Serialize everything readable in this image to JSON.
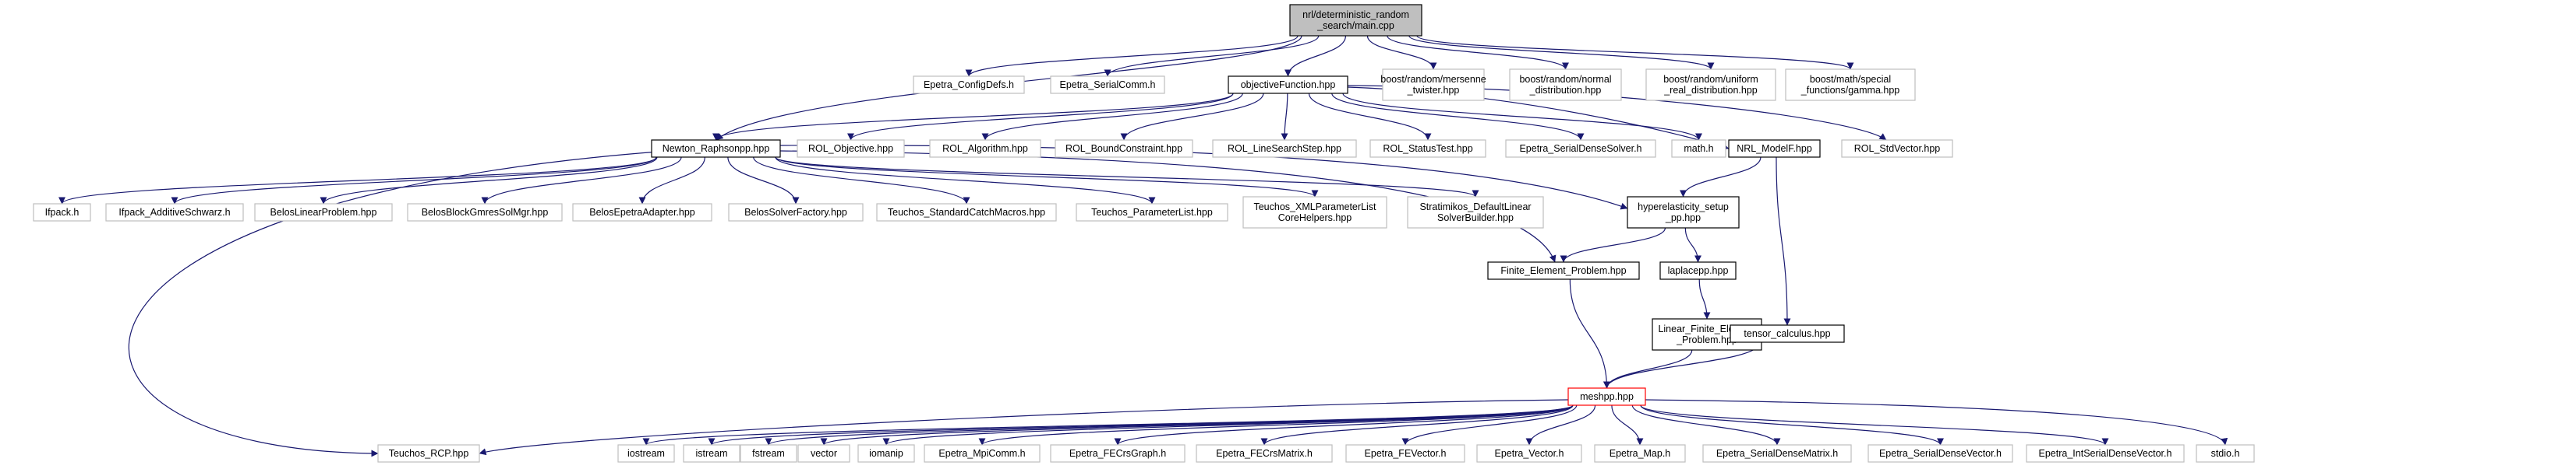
{
  "graph": {
    "nodes": [
      {
        "id": "main",
        "lines": [
          "nrl/deterministic_random",
          "_search/main.cpp"
        ],
        "style": "root"
      },
      {
        "id": "epetra_configdefs",
        "lines": [
          "Epetra_ConfigDefs.h"
        ],
        "style": "external"
      },
      {
        "id": "epetra_serialcomm",
        "lines": [
          "Epetra_SerialComm.h"
        ],
        "style": "external"
      },
      {
        "id": "objectivefunction",
        "lines": [
          "objectiveFunction.hpp"
        ],
        "style": "project"
      },
      {
        "id": "mersenne",
        "lines": [
          "boost/random/mersenne",
          "_twister.hpp"
        ],
        "style": "external"
      },
      {
        "id": "normal",
        "lines": [
          "boost/random/normal",
          "_distribution.hpp"
        ],
        "style": "external"
      },
      {
        "id": "uniform",
        "lines": [
          "boost/random/uniform",
          "_real_distribution.hpp"
        ],
        "style": "external"
      },
      {
        "id": "gamma",
        "lines": [
          "boost/math/special",
          "_functions/gamma.hpp"
        ],
        "style": "external"
      },
      {
        "id": "newton",
        "lines": [
          "Newton_Raphsonpp.hpp"
        ],
        "style": "project"
      },
      {
        "id": "rol_objective",
        "lines": [
          "ROL_Objective.hpp"
        ],
        "style": "external"
      },
      {
        "id": "rol_algorithm",
        "lines": [
          "ROL_Algorithm.hpp"
        ],
        "style": "external"
      },
      {
        "id": "rol_boundconstraint",
        "lines": [
          "ROL_BoundConstraint.hpp"
        ],
        "style": "external"
      },
      {
        "id": "rol_linesearchstep",
        "lines": [
          "ROL_LineSearchStep.hpp"
        ],
        "style": "external"
      },
      {
        "id": "rol_statustest",
        "lines": [
          "ROL_StatusTest.hpp"
        ],
        "style": "external"
      },
      {
        "id": "epetra_serialdensesolver",
        "lines": [
          "Epetra_SerialDenseSolver.h"
        ],
        "style": "external"
      },
      {
        "id": "math",
        "lines": [
          "math.h"
        ],
        "style": "external"
      },
      {
        "id": "nrl_modelf",
        "lines": [
          "NRL_ModelF.hpp"
        ],
        "style": "project"
      },
      {
        "id": "rol_stdvector",
        "lines": [
          "ROL_StdVector.hpp"
        ],
        "style": "external"
      },
      {
        "id": "ifpack",
        "lines": [
          "Ifpack.h"
        ],
        "style": "external"
      },
      {
        "id": "ifpack_additive",
        "lines": [
          "Ifpack_AdditiveSchwarz.h"
        ],
        "style": "external"
      },
      {
        "id": "belos_linearproblem",
        "lines": [
          "BelosLinearProblem.hpp"
        ],
        "style": "external"
      },
      {
        "id": "belos_blockgmres",
        "lines": [
          "BelosBlockGmresSolMgr.hpp"
        ],
        "style": "external"
      },
      {
        "id": "belos_epetraadapter",
        "lines": [
          "BelosEpetraAdapter.hpp"
        ],
        "style": "external"
      },
      {
        "id": "belos_solverfactory",
        "lines": [
          "BelosSolverFactory.hpp"
        ],
        "style": "external"
      },
      {
        "id": "teuchos_standardcatch",
        "lines": [
          "Teuchos_StandardCatchMacros.hpp"
        ],
        "style": "external"
      },
      {
        "id": "teuchos_parameterlist",
        "lines": [
          "Teuchos_ParameterList.hpp"
        ],
        "style": "external"
      },
      {
        "id": "teuchos_xmlparameterlist",
        "lines": [
          "Teuchos_XMLParameterList",
          "CoreHelpers.hpp"
        ],
        "style": "external"
      },
      {
        "id": "stratimikos",
        "lines": [
          "Stratimikos_DefaultLinear",
          "SolverBuilder.hpp"
        ],
        "style": "external"
      },
      {
        "id": "hyperelasticity",
        "lines": [
          "hyperelasticity_setup",
          "_pp.hpp"
        ],
        "style": "project"
      },
      {
        "id": "finite_element",
        "lines": [
          "Finite_Element_Problem.hpp"
        ],
        "style": "project"
      },
      {
        "id": "laplacepp",
        "lines": [
          "laplacepp.hpp"
        ],
        "style": "project"
      },
      {
        "id": "linear_finite",
        "lines": [
          "Linear_Finite_Element",
          "_Problem.hpp"
        ],
        "style": "project"
      },
      {
        "id": "tensor_calculus",
        "lines": [
          "tensor_calculus.hpp"
        ],
        "style": "project"
      },
      {
        "id": "meshpp",
        "lines": [
          "meshpp.hpp"
        ],
        "style": "highlight"
      },
      {
        "id": "teuchos_rcp",
        "lines": [
          "Teuchos_RCP.hpp"
        ],
        "style": "external"
      },
      {
        "id": "iostream",
        "lines": [
          "iostream"
        ],
        "style": "external"
      },
      {
        "id": "istream",
        "lines": [
          "istream"
        ],
        "style": "external"
      },
      {
        "id": "fstream",
        "lines": [
          "fstream"
        ],
        "style": "external"
      },
      {
        "id": "vector",
        "lines": [
          "vector"
        ],
        "style": "external"
      },
      {
        "id": "iomanip",
        "lines": [
          "iomanip"
        ],
        "style": "external"
      },
      {
        "id": "epetra_mpicomm",
        "lines": [
          "Epetra_MpiComm.h"
        ],
        "style": "external"
      },
      {
        "id": "epetra_fecrsgraph",
        "lines": [
          "Epetra_FECrsGraph.h"
        ],
        "style": "external"
      },
      {
        "id": "epetra_fecrsmatrix",
        "lines": [
          "Epetra_FECrsMatrix.h"
        ],
        "style": "external"
      },
      {
        "id": "epetra_fevector",
        "lines": [
          "Epetra_FEVector.h"
        ],
        "style": "external"
      },
      {
        "id": "epetra_vector",
        "lines": [
          "Epetra_Vector.h"
        ],
        "style": "external"
      },
      {
        "id": "epetra_map",
        "lines": [
          "Epetra_Map.h"
        ],
        "style": "external"
      },
      {
        "id": "epetra_serialdensematrix",
        "lines": [
          "Epetra_SerialDenseMatrix.h"
        ],
        "style": "external"
      },
      {
        "id": "epetra_serialdensevector",
        "lines": [
          "Epetra_SerialDenseVector.h"
        ],
        "style": "external"
      },
      {
        "id": "epetra_intserialdensevector",
        "lines": [
          "Epetra_IntSerialDenseVector.h"
        ],
        "style": "external"
      },
      {
        "id": "stdio",
        "lines": [
          "stdio.h"
        ],
        "style": "external"
      }
    ],
    "edges": [
      {
        "from": "main",
        "to": "epetra_configdefs"
      },
      {
        "from": "main",
        "to": "epetra_serialcomm"
      },
      {
        "from": "main",
        "to": "objectivefunction"
      },
      {
        "from": "main",
        "to": "mersenne"
      },
      {
        "from": "main",
        "to": "normal"
      },
      {
        "from": "main",
        "to": "uniform"
      },
      {
        "from": "main",
        "to": "gamma"
      },
      {
        "from": "main",
        "to": "newton"
      },
      {
        "from": "objectivefunction",
        "to": "newton"
      },
      {
        "from": "objectivefunction",
        "to": "rol_objective"
      },
      {
        "from": "objectivefunction",
        "to": "rol_algorithm"
      },
      {
        "from": "objectivefunction",
        "to": "rol_boundconstraint"
      },
      {
        "from": "objectivefunction",
        "to": "rol_linesearchstep"
      },
      {
        "from": "objectivefunction",
        "to": "rol_statustest"
      },
      {
        "from": "objectivefunction",
        "to": "epetra_serialdensesolver"
      },
      {
        "from": "objectivefunction",
        "to": "math"
      },
      {
        "from": "objectivefunction",
        "to": "nrl_modelf"
      },
      {
        "from": "objectivefunction",
        "to": "rol_stdvector"
      },
      {
        "from": "newton",
        "to": "ifpack"
      },
      {
        "from": "newton",
        "to": "ifpack_additive"
      },
      {
        "from": "newton",
        "to": "belos_linearproblem"
      },
      {
        "from": "newton",
        "to": "belos_blockgmres"
      },
      {
        "from": "newton",
        "to": "belos_epetraadapter"
      },
      {
        "from": "newton",
        "to": "belos_solverfactory"
      },
      {
        "from": "newton",
        "to": "teuchos_standardcatch"
      },
      {
        "from": "newton",
        "to": "teuchos_parameterlist"
      },
      {
        "from": "newton",
        "to": "teuchos_xmlparameterlist"
      },
      {
        "from": "newton",
        "to": "stratimikos"
      },
      {
        "from": "newton",
        "to": "hyperelasticity"
      },
      {
        "from": "newton",
        "to": "finite_element"
      },
      {
        "from": "newton",
        "to": "teuchos_rcp"
      },
      {
        "from": "nrl_modelf",
        "to": "hyperelasticity"
      },
      {
        "from": "nrl_modelf",
        "to": "tensor_calculus"
      },
      {
        "from": "hyperelasticity",
        "to": "finite_element"
      },
      {
        "from": "hyperelasticity",
        "to": "laplacepp"
      },
      {
        "from": "laplacepp",
        "to": "linear_finite"
      },
      {
        "from": "finite_element",
        "to": "meshpp"
      },
      {
        "from": "linear_finite",
        "to": "meshpp"
      },
      {
        "from": "tensor_calculus",
        "to": "meshpp"
      },
      {
        "from": "meshpp",
        "to": "teuchos_rcp"
      },
      {
        "from": "meshpp",
        "to": "iostream"
      },
      {
        "from": "meshpp",
        "to": "istream"
      },
      {
        "from": "meshpp",
        "to": "fstream"
      },
      {
        "from": "meshpp",
        "to": "vector"
      },
      {
        "from": "meshpp",
        "to": "iomanip"
      },
      {
        "from": "meshpp",
        "to": "epetra_mpicomm"
      },
      {
        "from": "meshpp",
        "to": "epetra_fecrsgraph"
      },
      {
        "from": "meshpp",
        "to": "epetra_fecrsmatrix"
      },
      {
        "from": "meshpp",
        "to": "epetra_fevector"
      },
      {
        "from": "meshpp",
        "to": "epetra_vector"
      },
      {
        "from": "meshpp",
        "to": "epetra_map"
      },
      {
        "from": "meshpp",
        "to": "epetra_serialdensematrix"
      },
      {
        "from": "meshpp",
        "to": "epetra_serialdensevector"
      },
      {
        "from": "meshpp",
        "to": "epetra_intserialdensevector"
      },
      {
        "from": "meshpp",
        "to": "stdio"
      }
    ]
  },
  "colors": {
    "root_fill": "#bfbfbf",
    "edge": "#191970",
    "project_border": "#000000",
    "external_border": "#bfbfbf",
    "highlight_border": "#ff0000",
    "text": "#000000"
  }
}
